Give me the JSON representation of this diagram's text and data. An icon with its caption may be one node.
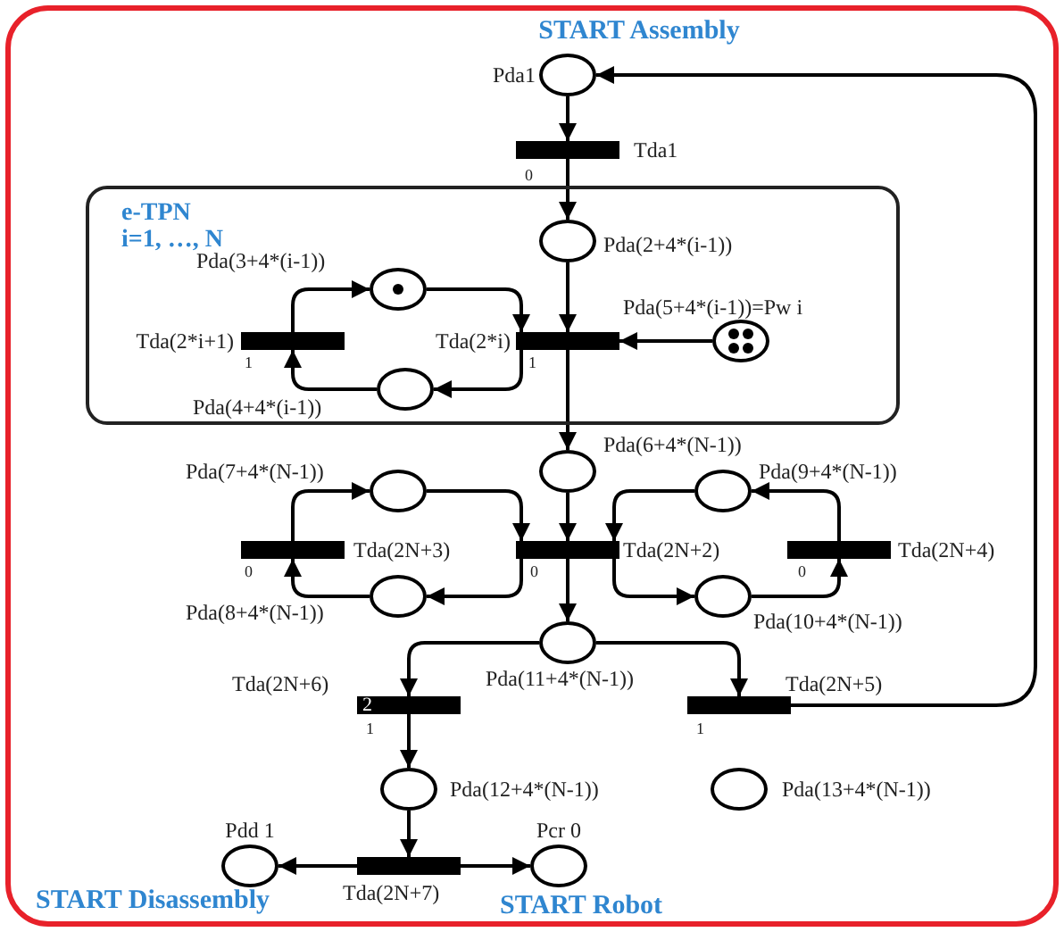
{
  "diagram": {
    "nodes": [
      {
        "text": [],
        "shape": "circle",
        "beside": [
          "Pda1"
        ]
      },
      {
        "text": [],
        "shape": "bar",
        "beside": [
          "Tda1",
          "0"
        ]
      },
      {
        "text": [
          "e-TPN",
          "i=1, …, N"
        ]
      },
      {
        "text": [],
        "shape": "circle",
        "beside": [
          "Pda(2+4*(i-1))"
        ],
        "in": 2
      },
      {
        "text": [],
        "shape": "circle",
        "beside": [
          "Pda(3+4*(i-1))"
        ],
        "in": 2
      },
      {
        "text": [],
        "shape": "bar",
        "beside": [
          "Tda(2*i+1)",
          "1"
        ],
        "in": 2
      },
      {
        "text": [],
        "shape": "circle",
        "beside": [
          "Pda(4+4*(i-1))"
        ],
        "in": 2
      },
      {
        "text": [],
        "shape": "bar",
        "beside": [
          "Tda(2*i)",
          "1"
        ],
        "in": 2
      },
      {
        "text": [],
        "shape": "circle",
        "beside": [
          "Pda(5+4*(i-1))=Pw i"
        ],
        "in": 2
      },
      {
        "text": [],
        "shape": "circle",
        "beside": [
          "Pda(6+4*(N-1))"
        ]
      },
      {
        "text": [],
        "shape": "circle",
        "beside": [
          "Pda(7+4*(N-1))"
        ]
      },
      {
        "text": [],
        "shape": "bar",
        "beside": [
          "Tda(2N+3)",
          "0"
        ]
      },
      {
        "text": [],
        "shape": "circle",
        "beside": [
          "Pda(8+4*(N-1))"
        ]
      },
      {
        "text": [],
        "shape": "bar",
        "beside": [
          "Tda(2N+2)",
          "0"
        ]
      },
      {
        "text": [],
        "shape": "circle",
        "beside": [
          "Pda(9+4*(N-1))"
        ]
      },
      {
        "text": [],
        "shape": "bar",
        "beside": [
          "Tda(2N+4)",
          "0"
        ]
      },
      {
        "text": [],
        "shape": "circle",
        "beside": [
          "Pda(10+4*(N-1))"
        ]
      },
      {
        "text": [],
        "shape": "circle",
        "beside": [
          "Pda(11+4*(N-1))"
        ]
      },
      {
        "text": [
          "2"
        ],
        "beside": [
          "Tda(2N+6)",
          "1"
        ]
      },
      {
        "text": [],
        "shape": "bar",
        "beside": [
          "Tda(2N+5)",
          "1"
        ]
      },
      {
        "text": [],
        "shape": "circle",
        "beside": [
          "Pda(12+4*(N-1))"
        ]
      },
      {
        "text": [],
        "shape": "circle",
        "beside": [
          "Pda(13+4*(N-1))"
        ]
      },
      {
        "text": [],
        "shape": "bar",
        "beside": [
          "Tda(2N+7)"
        ]
      },
      {
        "text": [],
        "shape": "circle",
        "beside": [
          "Pdd 1"
        ]
      },
      {
        "text": [],
        "shape": "circle",
        "beside": [
          "Pcr 0"
        ]
      }
    ],
    "edges": [
      {
        "from": 0,
        "to": 1,
        "arrow": "to"
      },
      {
        "from": 1,
        "to": 3,
        "arrow": "to"
      },
      {
        "from": 3,
        "to": 7,
        "arrow": "to"
      },
      {
        "from": 8,
        "to": 7,
        "arrow": "to"
      },
      {
        "from": 5,
        "to": 4,
        "arrow": "to"
      },
      {
        "from": 4,
        "to": 7,
        "arrow": "to"
      },
      {
        "from": 7,
        "to": 6,
        "arrow": "to"
      },
      {
        "from": 6,
        "to": 5,
        "arrow": "to"
      },
      {
        "from": 7,
        "to": 9,
        "arrow": "to"
      },
      {
        "from": 9,
        "to": 13,
        "arrow": "to"
      },
      {
        "from": 13,
        "to": 12,
        "arrow": "to"
      },
      {
        "from": 12,
        "to": 11,
        "arrow": "to"
      },
      {
        "from": 11,
        "to": 10,
        "arrow": "to"
      },
      {
        "from": 10,
        "to": 13,
        "arrow": "to"
      },
      {
        "from": 14,
        "to": 13,
        "arrow": "to"
      },
      {
        "from": 13,
        "to": 16,
        "arrow": "to"
      },
      {
        "from": 16,
        "to": 15,
        "arrow": "to"
      },
      {
        "from": 15,
        "to": 14,
        "arrow": "to"
      },
      {
        "from": 13,
        "to": 17,
        "arrow": "to"
      },
      {
        "from": 17,
        "to": 18,
        "arrow": "to"
      },
      {
        "from": 17,
        "to": 19,
        "arrow": "to"
      },
      {
        "from": 19,
        "to": 0,
        "arrow": "to"
      },
      {
        "from": 18,
        "to": 20,
        "arrow": "to"
      },
      {
        "from": 20,
        "to": 22,
        "arrow": "to"
      },
      {
        "from": 22,
        "to": 23,
        "arrow": "to"
      },
      {
        "from": 22,
        "to": 24,
        "arrow": "to"
      }
    ],
    "labels": [
      "START Assembly",
      "START Disassembly",
      "START Robot"
    ]
  }
}
